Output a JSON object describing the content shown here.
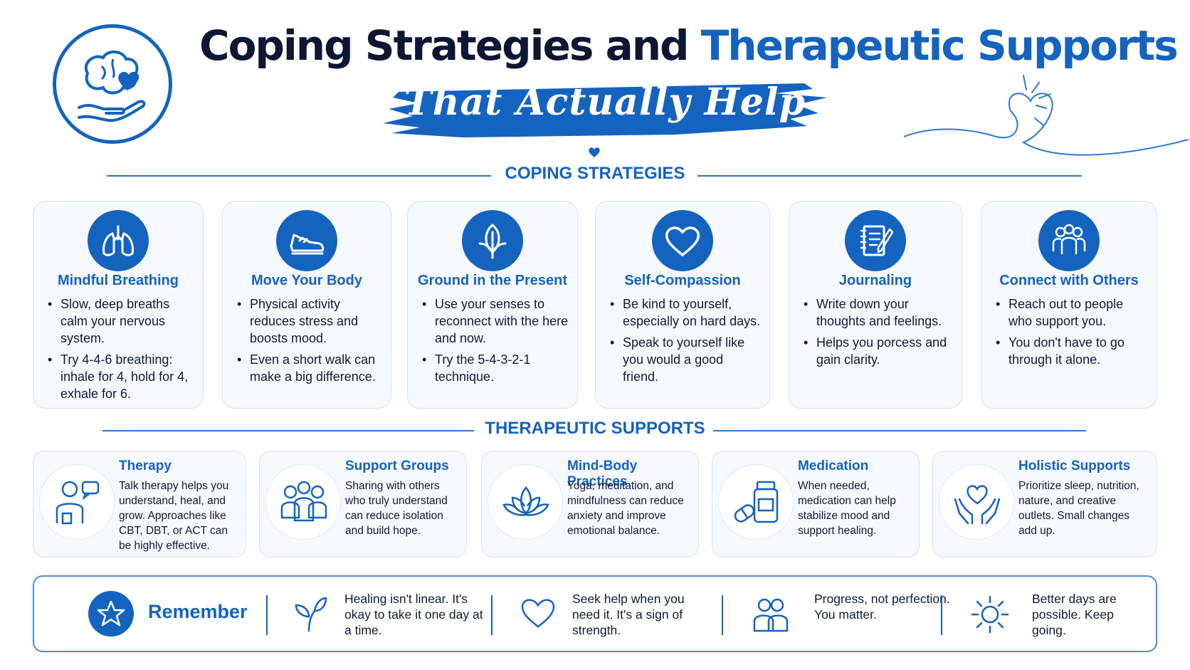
{
  "header": {
    "title_part1": "Coping Strategies and ",
    "title_part2": "Therapeutic Supports",
    "subtitle": "That Actually Help"
  },
  "colors": {
    "accent": "#1463bf",
    "dark": "#0d1733",
    "card_bg": "#f5f8fd"
  },
  "coping": {
    "heading": "COPING STRATEGIES",
    "cards": [
      {
        "icon": "lungs-icon",
        "title": "Mindful Breathing",
        "bullets": [
          "Slow, deep breaths calm your nervous system.",
          "Try 4-4-6 breathing: inhale for 4, hold for 4, exhale for 6."
        ]
      },
      {
        "icon": "sneaker-icon",
        "title": "Move Your Body",
        "bullets": [
          "Physical activity reduces stress and boosts mood.",
          "Even a short walk can make a big difference."
        ]
      },
      {
        "icon": "leaf-icon",
        "title": "Ground in the Present",
        "bullets": [
          "Use your senses to reconnect with the here and now.",
          "Try the 5-4-3-2-1 technique."
        ]
      },
      {
        "icon": "heart-icon",
        "title": "Self-Compassion",
        "bullets": [
          "Be kind to yourself, especially on hard days.",
          "Speak to yourself like you would a good friend."
        ]
      },
      {
        "icon": "journal-icon",
        "title": "Journaling",
        "bullets": [
          "Write down your thoughts and feelings.",
          "Helps you porcess and gain clarity."
        ]
      },
      {
        "icon": "people-icon",
        "title": "Connect with Others",
        "bullets": [
          "Reach out to people who support you.",
          "You don't have to go through it alone."
        ]
      }
    ]
  },
  "therapeutic": {
    "heading": "THERAPEUTIC SUPPORTS",
    "items": [
      {
        "icon": "therapist-icon",
        "title": "Therapy",
        "text": "Talk therapy helps you understand, heal, and grow. Approaches like CBT, DBT, or ACT can be highly effective."
      },
      {
        "icon": "group-icon",
        "title": "Support Groups",
        "text": "Sharing with others who truly understand can reduce isolation and build hope."
      },
      {
        "icon": "lotus-icon",
        "title": "Mind-Body Practices",
        "text": "Yoga, meditation, and mindfulness can reduce anxiety and improve emotional balance."
      },
      {
        "icon": "pill-bottle-icon",
        "title": "Medication",
        "text": "When needed, medication can help stabilize mood and support healing."
      },
      {
        "icon": "hands-heart-icon",
        "title": "Holistic Supports",
        "text": "Prioritize sleep, nutrition, nature, and creative outlets. Small changes add up."
      }
    ]
  },
  "remember": {
    "label": "Remember",
    "items": [
      {
        "icon": "sprout-icon",
        "text": "Healing isn't linear. It's okay to take it one day at a time."
      },
      {
        "icon": "heart-outline-icon",
        "text": "Seek help when you need it. It's a sign of strength."
      },
      {
        "icon": "people-pair-icon",
        "text": "Progress, not perfection. You matter."
      },
      {
        "icon": "sun-icon",
        "text": "Better days are possible. Keep going."
      }
    ]
  }
}
